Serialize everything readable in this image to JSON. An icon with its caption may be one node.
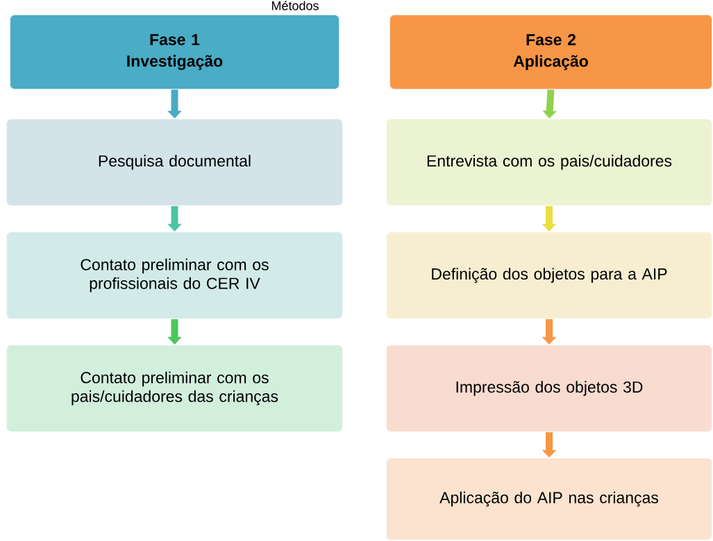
{
  "diagram": {
    "title": "Métodos",
    "nodes": [
      {
        "text": [
          "Fase 1 Investigação"
        ]
      },
      {
        "text": [
          "Pesquisa documental"
        ]
      },
      {
        "text": [
          "Contato preliminar com os profissionais do CER IV"
        ]
      },
      {
        "text": [
          "Contato preliminar com os pais/cuidadores das crianças"
        ]
      },
      {
        "text": [
          "Fase 2 Aplicação"
        ]
      },
      {
        "text": [
          "Entrevista com os pais/cuidadores"
        ]
      },
      {
        "text": [
          "Definição dos objetos para a AIP"
        ]
      },
      {
        "text": [
          "Impressão dos objetos 3D"
        ]
      },
      {
        "text": [
          "Aplicação do AIP nas crianças"
        ]
      }
    ],
    "edges": [
      {
        "from": 0,
        "to": 1,
        "arrow": "to",
        "color": "#4aacc5"
      },
      {
        "from": 1,
        "to": 2,
        "arrow": "to",
        "color": "#4dc4a6"
      },
      {
        "from": 2,
        "to": 3,
        "arrow": "to",
        "color": "#4cc65e"
      },
      {
        "from": 4,
        "to": 5,
        "arrow": "to",
        "color": "#92d050"
      },
      {
        "from": 5,
        "to": 6,
        "arrow": "to",
        "color": "#e8df41"
      },
      {
        "from": 6,
        "to": 7,
        "arrow": "to",
        "color": "#f79646"
      },
      {
        "from": 7,
        "to": 8,
        "arrow": "to",
        "color": "#f79646"
      }
    ]
  }
}
